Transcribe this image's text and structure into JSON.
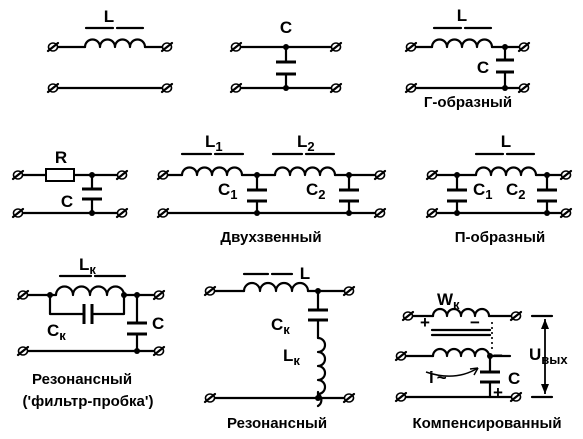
{
  "labels": {
    "L": "L",
    "C": "C",
    "R": "R",
    "L1": "L",
    "L1_sub": "1",
    "L2": "L",
    "L2_sub": "2",
    "C1": "C",
    "C1_sub": "1",
    "C2": "C",
    "C2_sub": "2",
    "Lk": "L",
    "k_sub": "к",
    "Ck": "C",
    "Wk": "W",
    "Uout": "U",
    "Uout_sub": "вых",
    "i_label": "i",
    "i_tilde": "~",
    "plus": "+",
    "minus": "−"
  },
  "captions": {
    "g_shaped": "Г-образный",
    "two_stage": "Двухзвенный",
    "p_shaped": "П-образный",
    "resonant_plug": "Резонансный",
    "resonant_plug_sub": "('фильтр-пробка')",
    "resonant": "Резонансный",
    "compensated": "Компенсированный"
  }
}
